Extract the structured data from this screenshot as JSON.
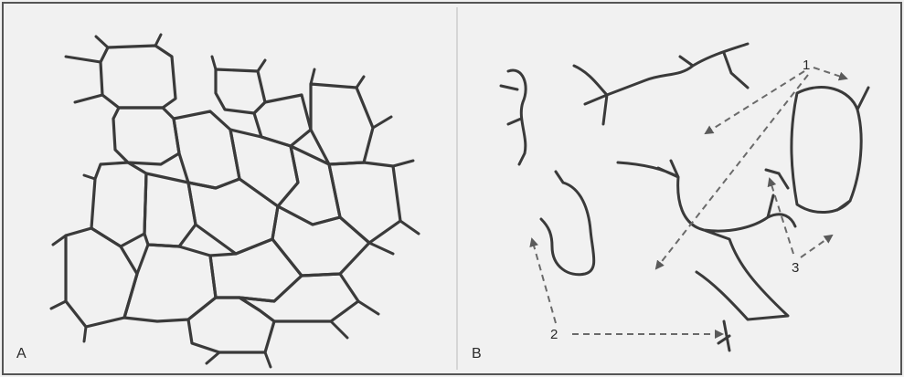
{
  "panels": [
    {
      "id": "A",
      "label": "A"
    },
    {
      "id": "B",
      "label": "B"
    }
  ],
  "annotations": [
    {
      "id": "1",
      "text": "1"
    },
    {
      "id": "2",
      "text": "2"
    },
    {
      "id": "3",
      "text": "3"
    }
  ],
  "colors": {
    "background": "#f1f1f1",
    "border": "#555555",
    "line": "#3a3a3a",
    "arrow": "#6a6a6a",
    "divider": "#bcbcbc"
  }
}
